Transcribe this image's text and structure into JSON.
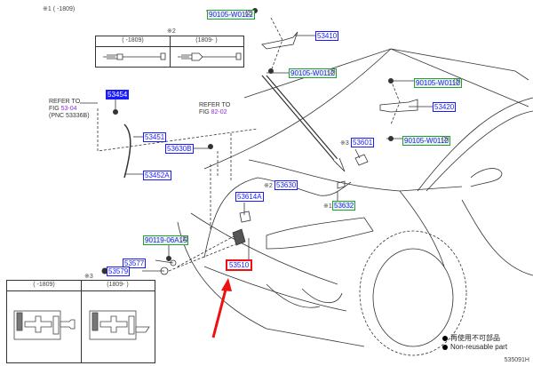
{
  "diagram": {
    "figure_code": "535091H",
    "legend": {
      "non_reusable_jp": "再使用不可部品",
      "non_reusable_en": "Non-reusable part"
    },
    "notes": {
      "note1_header": "※1 (    -1809)",
      "note2_mark": "※2",
      "note3_mark": "※3",
      "cable_box": {
        "left_header": "(    -1809)",
        "right_header": "(1809-    )"
      },
      "sensor_box": {
        "left_header": "(    -1809)",
        "right_header": "(1809-    )"
      }
    },
    "references": [
      {
        "line1": "REFER TO",
        "line2_prefix": "FIG ",
        "fig": "53-04",
        "line3": "(PNC 53336B)"
      },
      {
        "line1": "REFER TO",
        "line2_prefix": "FIG ",
        "fig": "82-02"
      }
    ],
    "parts": [
      {
        "id": "90105-W0112",
        "qty": "(2)",
        "style": "green",
        "slot": "bolt-top-1"
      },
      {
        "id": "53410",
        "style": "blue",
        "slot": "hinge-left"
      },
      {
        "id": "90105-W0112",
        "qty": "(2)",
        "style": "green",
        "slot": "bolt-top-2"
      },
      {
        "id": "90105-W0112",
        "qty": "(2)",
        "style": "green",
        "slot": "bolt-right-1"
      },
      {
        "id": "53420",
        "style": "blue",
        "slot": "hinge-right"
      },
      {
        "id": "90105-W0112",
        "qty": "(2)",
        "style": "green",
        "slot": "bolt-right-2"
      },
      {
        "id": "53454",
        "style": "blue",
        "slot": "clip"
      },
      {
        "id": "53451",
        "style": "blue",
        "slot": "support-rod"
      },
      {
        "id": "53630B",
        "style": "blue",
        "slot": "clamp"
      },
      {
        "id": "53452A",
        "style": "blue",
        "slot": "rod-holder"
      },
      {
        "id": "53601",
        "mark": "※3",
        "style": "blue",
        "slot": "sensor"
      },
      {
        "id": "53630",
        "mark": "※2",
        "style": "blue",
        "slot": "release-cable"
      },
      {
        "id": "53614A",
        "style": "blue",
        "slot": "cable-clamp"
      },
      {
        "id": "53632",
        "mark": "※1",
        "style": "green",
        "slot": "lever"
      },
      {
        "id": "90119-06A15",
        "qty": "(2)",
        "style": "green",
        "slot": "bolt-lock"
      },
      {
        "id": "53577",
        "style": "blue",
        "slot": "cushion"
      },
      {
        "id": "53579",
        "style": "blue",
        "non_reusable": true,
        "slot": "ring"
      },
      {
        "id": "53510",
        "style": "red-highlight",
        "slot": "hood-lock"
      }
    ],
    "highlight_color": "#ee1111",
    "part_color": "#1a1aff",
    "bolt_border_color": "#22a033"
  }
}
